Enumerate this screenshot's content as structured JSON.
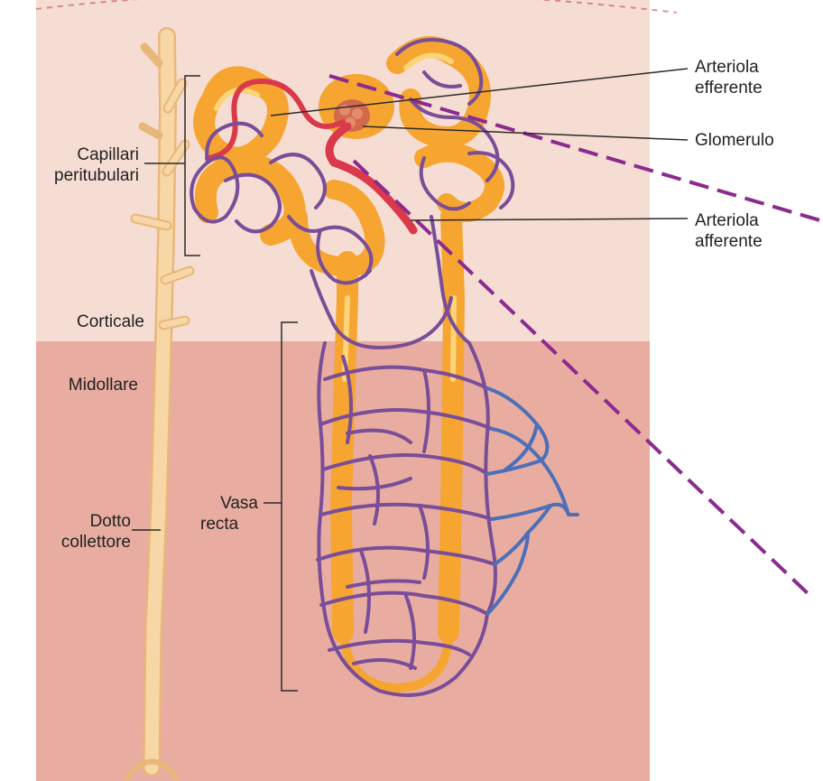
{
  "labels": {
    "capillari_line1": "Capillari",
    "capillari_line2": "peritubulari",
    "corticale": "Corticale",
    "midollare": "Midollare",
    "dotto_line1": "Dotto",
    "dotto_line2": "collettore",
    "vasa_line1": "Vasa",
    "vasa_line2": "recta",
    "efferente_line1": "Arteriola",
    "efferente_line2": "efferente",
    "glomerulo": "Glomerulo",
    "afferente_line1": "Arteriola",
    "afferente_line2": "afferente"
  },
  "colors": {
    "cortex_bg": "#f6ddd3",
    "medulla_bg": "#e8ada0",
    "tubule": "#f6a531",
    "tubule_highlight": "#fcd47a",
    "capillary": "#7a4d98",
    "vein": "#4d6fb8",
    "arteriole": "#d9394a",
    "duct": "#f8d7a6",
    "zoom_line": "#8b2a8f"
  }
}
